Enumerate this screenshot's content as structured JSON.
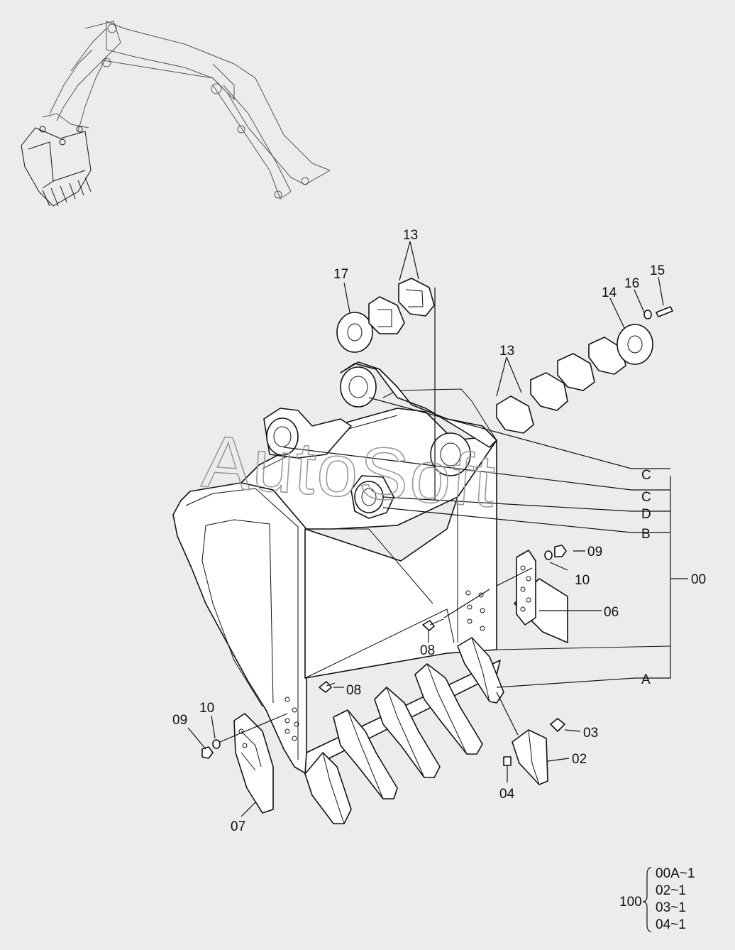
{
  "watermark": "AutoSoft",
  "callouts": {
    "c13a": "13",
    "c17": "17",
    "c13b": "13",
    "c14": "14",
    "c16": "16",
    "c15": "15",
    "cC1": "C",
    "cC2": "C",
    "cD": "D",
    "cB": "B",
    "c00": "00",
    "cA": "A",
    "c09r": "09",
    "c10r": "10",
    "c06": "06",
    "c08a": "08",
    "c08b": "08",
    "c03": "03",
    "c02": "02",
    "c04": "04",
    "c09l": "09",
    "c10l": "10",
    "c07": "07"
  },
  "kit": {
    "number": "100",
    "items": [
      "00A~1",
      "02~1",
      "03~1",
      "04~1"
    ]
  },
  "colors": {
    "background": "#ececec",
    "line": "#111111",
    "watermark": "#9a9a9a"
  }
}
